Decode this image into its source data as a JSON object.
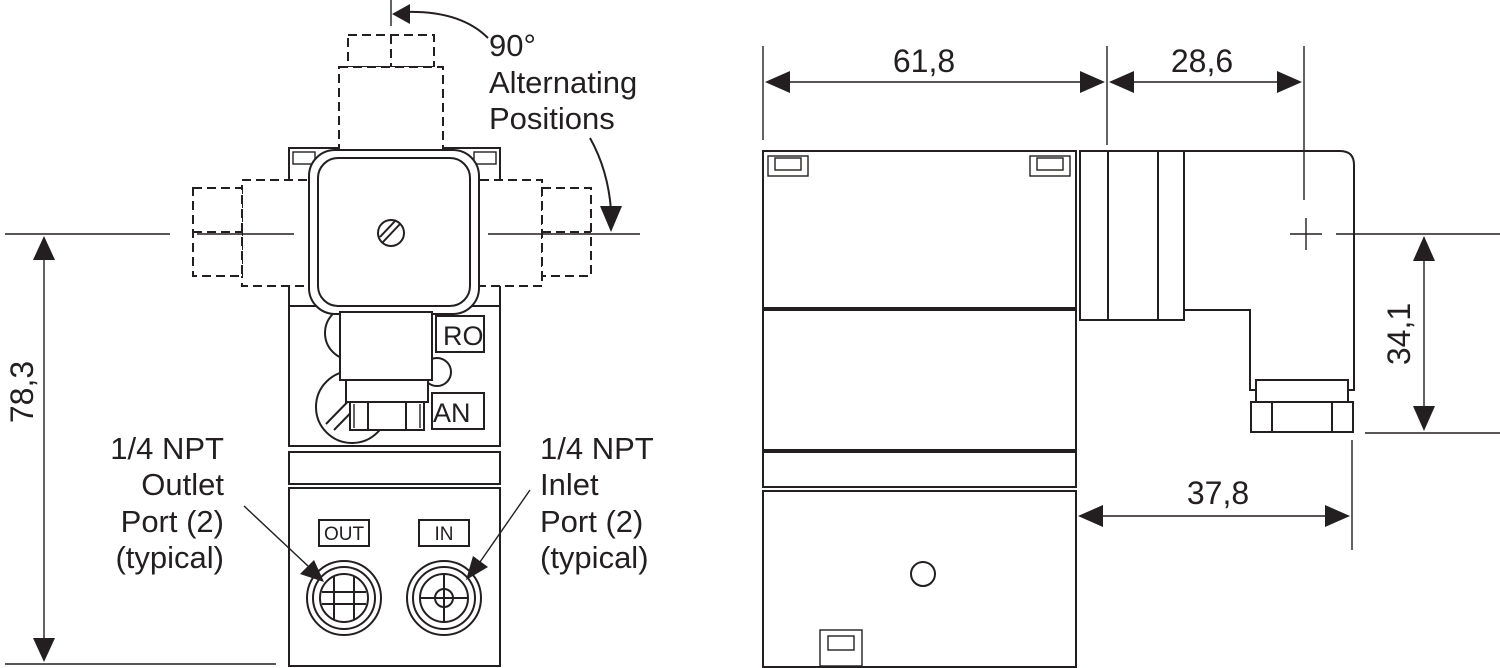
{
  "rotation_note": {
    "line1": "90°",
    "line2": "Alternating",
    "line3": "Positions"
  },
  "outlet_callout": {
    "line1": "1/4 NPT",
    "line2": "Outlet",
    "line3": "Port (2)",
    "line4": "(typical)"
  },
  "inlet_callout": {
    "line1": "1/4 NPT",
    "line2": "Inlet",
    "line3": "Port (2)",
    "line4": "(typical)"
  },
  "front_view": {
    "label_out": "OUT",
    "label_in": "IN",
    "label_zero_partial": "RO",
    "label_span_partial": "AN"
  },
  "dimensions": {
    "height_total": "78,3",
    "body_length": "61,8",
    "connector_length": "28,6",
    "connector_height": "34,1",
    "connector_offset": "37,8"
  }
}
